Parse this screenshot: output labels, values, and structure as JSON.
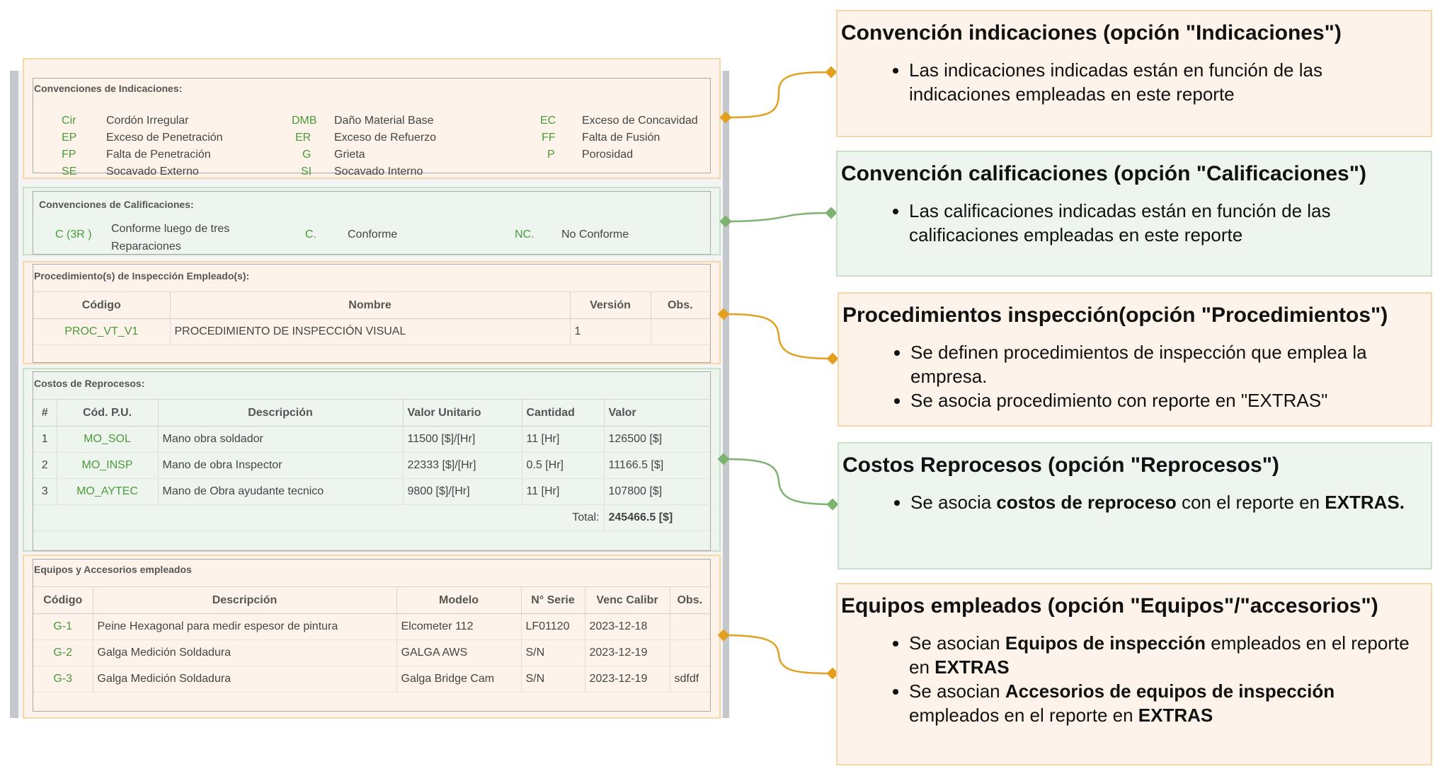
{
  "indicaciones": {
    "title": "Convenciones de Indicaciones:",
    "rows": [
      [
        {
          "code": "Cir",
          "desc": "Cordón Irregular"
        },
        {
          "code": "DMB",
          "desc": "Daño Material Base"
        },
        {
          "code": "EC",
          "desc": "Exceso de Concavidad"
        }
      ],
      [
        {
          "code": "EP",
          "desc": "Exceso de Penetración"
        },
        {
          "code": "ER",
          "desc": "Exceso de Refuerzo"
        },
        {
          "code": "FF",
          "desc": "Falta de Fusión"
        }
      ],
      [
        {
          "code": "FP",
          "desc": "Falta de Penetración"
        },
        {
          "code": "G",
          "desc": "Grieta"
        },
        {
          "code": "P",
          "desc": "Porosidad"
        }
      ],
      [
        {
          "code": "SE",
          "desc": "Socavado Externo"
        },
        {
          "code": "SI",
          "desc": "Socavado Interno"
        }
      ]
    ]
  },
  "calificaciones": {
    "title": "Convenciones de Calificaciones:",
    "items": [
      {
        "code": "C (3R )",
        "desc_line1": "Conforme luego de tres",
        "desc_line2": "Reparaciones"
      },
      {
        "code": "C.",
        "desc": "Conforme"
      },
      {
        "code": "NC.",
        "desc": "No Conforme"
      }
    ]
  },
  "procedimientos": {
    "title": "Procedimiento(s) de Inspección Empleado(s):",
    "headers": [
      "Código",
      "Nombre",
      "Versión",
      "Obs."
    ],
    "rows": [
      [
        "PROC_VT_V1",
        "PROCEDIMIENTO DE INSPECCIÓN VISUAL",
        "1",
        ""
      ]
    ]
  },
  "costos": {
    "title": "Costos de Reprocesos:",
    "headers": [
      "#",
      "Cód. P.U.",
      "Descripción",
      "Valor Unitario",
      "Cantidad",
      "Valor"
    ],
    "rows": [
      [
        "1",
        "MO_SOL",
        "Mano obra soldador",
        "11500 [$]/[Hr]",
        "11 [Hr]",
        "126500 [$]"
      ],
      [
        "2",
        "MO_INSP",
        "Mano de obra Inspector",
        "22333 [$]/[Hr]",
        "0.5 [Hr]",
        "11166.5 [$]"
      ],
      [
        "3",
        "MO_AYTEC",
        "Mano de Obra ayudante tecnico",
        "9800 [$]/[Hr]",
        "11 [Hr]",
        "107800 [$]"
      ]
    ],
    "total_label": "Total:",
    "total_value": "245466.5 [$]"
  },
  "equipos": {
    "title": "Equipos y Accesorios empleados",
    "headers": [
      "Código",
      "Descripción",
      "Modelo",
      "N° Serie",
      "Venc Calibr",
      "Obs."
    ],
    "rows": [
      [
        "G-1",
        "Peine Hexagonal para medir espesor de pintura",
        "Elcometer 112",
        "LF01120",
        "2023-12-18",
        ""
      ],
      [
        "G-2",
        "Galga Medición Soldadura",
        "GALGA AWS",
        "S/N",
        "2023-12-19",
        ""
      ],
      [
        "G-3",
        "Galga Medición Soldadura",
        "Galga Bridge Cam",
        "S/N",
        "2023-12-19",
        "sdfdf"
      ]
    ]
  },
  "callouts": [
    {
      "title": "Convención indicaciones (opción \"Indicaciones\")",
      "b1": "Las indicaciones indicadas están en función de las indicaciones empleadas en este reporte"
    },
    {
      "title": "Convención calificaciones (opción \"Calificaciones\")",
      "b1": "Las calificaciones indicadas están en función de las calificaciones empleadas en este reporte"
    },
    {
      "title": "Procedimientos inspección(opción \"Procedimientos\")",
      "b1": "Se definen procedimientos de inspección que emplea la empresa.",
      "b2": "Se asocia procedimiento con reporte en \"EXTRAS\""
    },
    {
      "title": "Costos Reprocesos (opción \"Reprocesos\")",
      "b1_pre": "Se asocia ",
      "b1_bold": "costos de reproceso",
      "b1_post": " con el reporte en ",
      "b1_bold2": "EXTRAS."
    },
    {
      "title": "Equipos empleados (opción \"Equipos\"/\"accesorios\")",
      "b1_pre": "Se asocian ",
      "b1_bold": "Equipos de inspección",
      "b1_post": " empleados en el reporte en ",
      "b1_bold2": "EXTRAS",
      "b2_pre": "Se asocian ",
      "b2_bold": "Accesorios de equipos de inspección",
      "b2_post": " empleados en el reporte en ",
      "b2_bold2": "EXTRAS"
    }
  ],
  "colors": {
    "orange_connector": "#e3a020",
    "green_connector": "#7db36f",
    "code_green": "#4a9a3a"
  }
}
